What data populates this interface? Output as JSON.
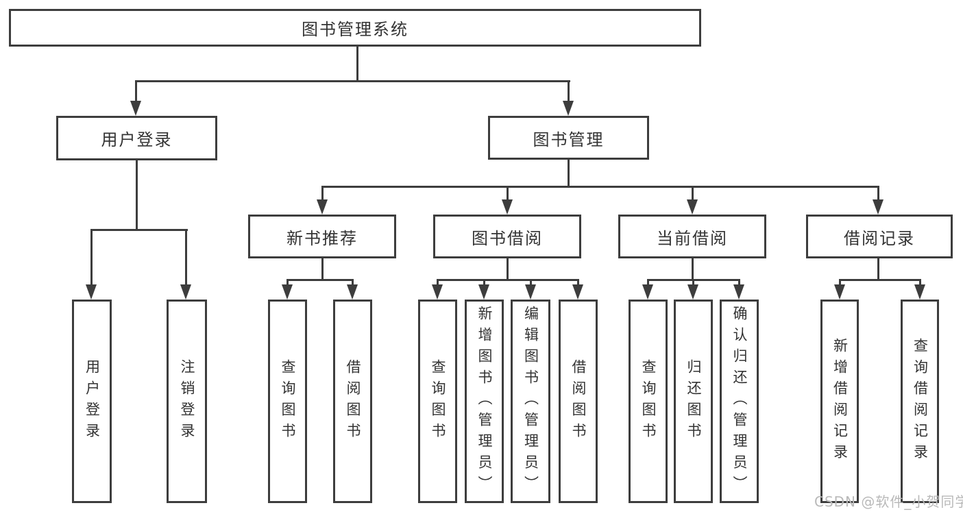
{
  "colors": {
    "line": "#3d3d3d",
    "text": "#333333",
    "background": "#ffffff",
    "watermark": "#b9b9b9"
  },
  "watermark": {
    "text": "CSDN @软件_小贺同学"
  },
  "tree": {
    "root": {
      "label": "图书管理系统",
      "children": [
        {
          "label": "用户登录",
          "children": [
            {
              "label": "用户登录"
            },
            {
              "label": "注销登录"
            }
          ]
        },
        {
          "label": "图书管理",
          "children": [
            {
              "label": "新书推荐",
              "children": [
                {
                  "label": "查询图书"
                },
                {
                  "label": "借阅图书"
                }
              ]
            },
            {
              "label": "图书借阅",
              "children": [
                {
                  "label": "查询图书"
                },
                {
                  "label": "新增图书（管理员）"
                },
                {
                  "label": "编辑图书（管理员）"
                },
                {
                  "label": "借阅图书"
                }
              ]
            },
            {
              "label": "当前借阅",
              "children": [
                {
                  "label": "查询图书"
                },
                {
                  "label": "归还图书"
                },
                {
                  "label": "确认归还（管理员）"
                }
              ]
            },
            {
              "label": "借阅记录",
              "children": [
                {
                  "label": "新增借阅记录"
                },
                {
                  "label": "查询借阅记录"
                }
              ]
            }
          ]
        }
      ]
    }
  }
}
